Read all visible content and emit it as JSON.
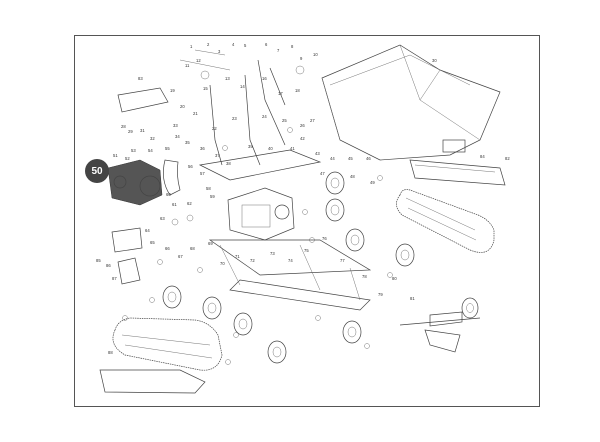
{
  "badge": {
    "label": "50"
  },
  "labels": [
    {
      "id": "L1",
      "t": "1"
    },
    {
      "id": "L2",
      "t": "2"
    },
    {
      "id": "L3",
      "t": "3"
    },
    {
      "id": "L4",
      "t": "4"
    },
    {
      "id": "L5",
      "t": "5"
    },
    {
      "id": "L6",
      "t": "6"
    },
    {
      "id": "L7",
      "t": "7"
    },
    {
      "id": "L8",
      "t": "8"
    },
    {
      "id": "L9",
      "t": "9"
    },
    {
      "id": "L10",
      "t": "10"
    },
    {
      "id": "L11",
      "t": "11"
    },
    {
      "id": "L12",
      "t": "12"
    },
    {
      "id": "L13",
      "t": "13"
    },
    {
      "id": "L14",
      "t": "14"
    },
    {
      "id": "L15",
      "t": "15"
    },
    {
      "id": "L16",
      "t": "16"
    },
    {
      "id": "L17",
      "t": "17"
    },
    {
      "id": "L18",
      "t": "18"
    },
    {
      "id": "L19",
      "t": "19"
    },
    {
      "id": "L20",
      "t": "20"
    },
    {
      "id": "L21",
      "t": "21"
    },
    {
      "id": "L22",
      "t": "22"
    },
    {
      "id": "L23",
      "t": "23"
    },
    {
      "id": "L24",
      "t": "24"
    },
    {
      "id": "L25",
      "t": "25"
    },
    {
      "id": "L26",
      "t": "26"
    },
    {
      "id": "L27",
      "t": "27"
    },
    {
      "id": "L28",
      "t": "28"
    },
    {
      "id": "L29",
      "t": "29"
    },
    {
      "id": "L30",
      "t": "30"
    },
    {
      "id": "L31",
      "t": "31"
    },
    {
      "id": "L32",
      "t": "32"
    },
    {
      "id": "L33",
      "t": "33"
    },
    {
      "id": "L34",
      "t": "34"
    },
    {
      "id": "L35",
      "t": "35"
    },
    {
      "id": "L36",
      "t": "36"
    },
    {
      "id": "L37",
      "t": "37"
    },
    {
      "id": "L38",
      "t": "38"
    },
    {
      "id": "L39",
      "t": "39"
    },
    {
      "id": "L40",
      "t": "40"
    },
    {
      "id": "L41",
      "t": "41"
    },
    {
      "id": "L42",
      "t": "42"
    },
    {
      "id": "L43",
      "t": "43"
    },
    {
      "id": "L44",
      "t": "44"
    },
    {
      "id": "L45",
      "t": "45"
    },
    {
      "id": "L46",
      "t": "46"
    },
    {
      "id": "L47",
      "t": "47"
    },
    {
      "id": "L48",
      "t": "48"
    },
    {
      "id": "L49",
      "t": "49"
    },
    {
      "id": "L51",
      "t": "51"
    },
    {
      "id": "L52",
      "t": "52"
    },
    {
      "id": "L53",
      "t": "53"
    },
    {
      "id": "L54",
      "t": "54"
    },
    {
      "id": "L55",
      "t": "55"
    },
    {
      "id": "L56",
      "t": "56"
    },
    {
      "id": "L57",
      "t": "57"
    },
    {
      "id": "L58",
      "t": "58"
    },
    {
      "id": "L59",
      "t": "59"
    },
    {
      "id": "L60",
      "t": "60"
    },
    {
      "id": "L61",
      "t": "61"
    },
    {
      "id": "L62",
      "t": "62"
    },
    {
      "id": "L63",
      "t": "63"
    },
    {
      "id": "L64",
      "t": "64"
    },
    {
      "id": "L65",
      "t": "65"
    },
    {
      "id": "L66",
      "t": "66"
    },
    {
      "id": "L67",
      "t": "67"
    },
    {
      "id": "L68",
      "t": "68"
    },
    {
      "id": "L69",
      "t": "69"
    },
    {
      "id": "L70",
      "t": "70"
    },
    {
      "id": "L71",
      "t": "71"
    },
    {
      "id": "L72",
      "t": "72"
    },
    {
      "id": "L73",
      "t": "73"
    },
    {
      "id": "L74",
      "t": "74"
    },
    {
      "id": "L75",
      "t": "75"
    },
    {
      "id": "L76",
      "t": "76"
    },
    {
      "id": "L77",
      "t": "77"
    },
    {
      "id": "L78",
      "t": "78"
    },
    {
      "id": "L79",
      "t": "79"
    },
    {
      "id": "L80",
      "t": "80"
    },
    {
      "id": "L81",
      "t": "81"
    },
    {
      "id": "L82",
      "t": "82"
    },
    {
      "id": "L83",
      "t": "83"
    },
    {
      "id": "L84",
      "t": "84"
    },
    {
      "id": "L85",
      "t": "85"
    },
    {
      "id": "L86",
      "t": "86"
    },
    {
      "id": "L87",
      "t": "87"
    },
    {
      "id": "L88",
      "t": "88"
    }
  ]
}
